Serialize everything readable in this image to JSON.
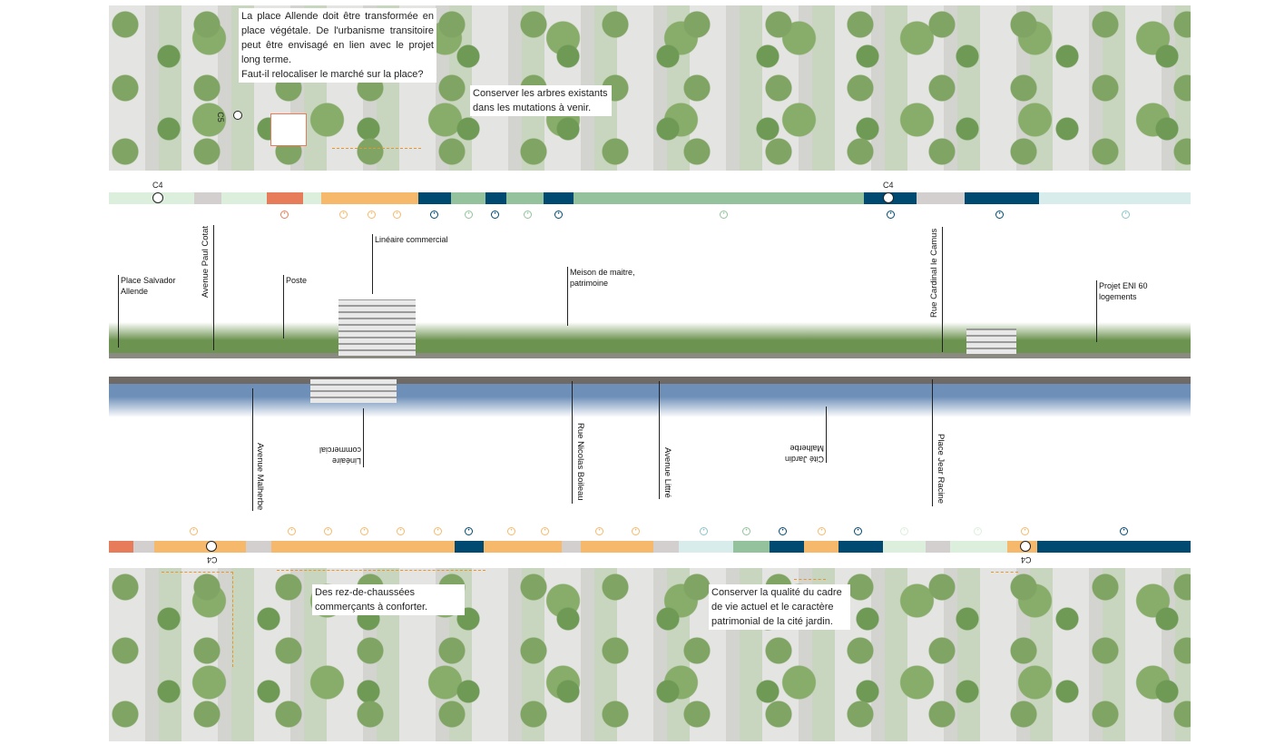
{
  "top_notes": {
    "allende": "La place Allende doit être transformée en place végétale. De l'urbanisme transitoire peut être envisagé en lien avec le projet long terme.\nFaut-il relocaliser le marché sur la place?",
    "arbres": "Conserver les arbres existants dans les mutations à venir."
  },
  "bottom_notes": {
    "rdc": "Des rez-de-chaussées commerçants à conforter.",
    "cadre": "Conserver la qualité du cadre de vie actuel et le caractère patrimonial de la cité jardin."
  },
  "nodes": {
    "c4": "C4",
    "c5": "C5"
  },
  "colors": {
    "coral": "#e67c5a",
    "orange": "#f6b96c",
    "navy": "#004a72",
    "green": "#93c29c",
    "light_green": "#dcefdc",
    "gray": "#d3cfce",
    "cyan": "#d8ecec"
  },
  "top_bar": [
    "light_green",
    "gray",
    "light_green",
    "coral",
    "light_green",
    "orange",
    "navy",
    "green",
    "navy",
    "green",
    "navy",
    "green",
    "navy",
    "gray",
    "navy",
    "cyan"
  ],
  "bottom_bar": [
    "coral",
    "gray",
    "orange",
    "gray",
    "orange",
    "navy",
    "orange",
    "gray",
    "orange",
    "gray",
    "cyan",
    "green",
    "navy",
    "orange",
    "navy",
    "light_green",
    "gray",
    "light_green",
    "orange",
    "navy"
  ],
  "top_labels": {
    "place_allende": "Place Salvador Allende",
    "paul_cotat": "Avenue Paul Cotat",
    "poste": "Poste",
    "lineaire": "Linéaire commercial",
    "maison": "Meison de maitre, patrimoine",
    "cardinal": "Rue Cardinal le Camus",
    "eni": "Projet ENI 60 logements"
  },
  "bottom_labels": {
    "malherbe": "Avenue Malherbe",
    "lineaire": "Linéaire commercial",
    "boileau": "Rue  Nicolas Boileau",
    "littre": "Avenue Littré",
    "cite": "Cité Jardin Malherbe",
    "racine": "Place Jear Racine"
  }
}
